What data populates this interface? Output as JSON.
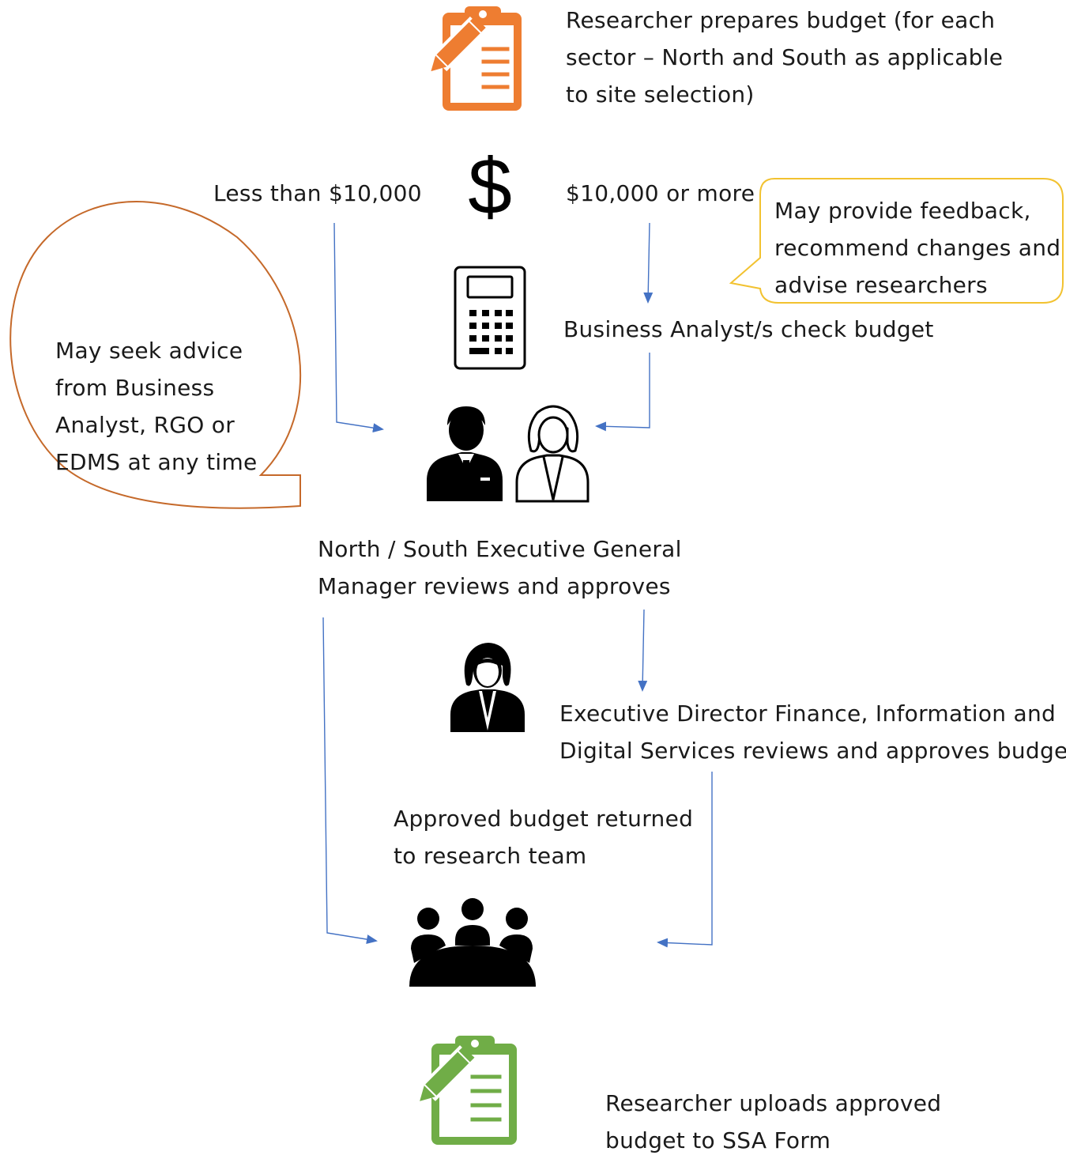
{
  "steps": {
    "prepare": {
      "lines": [
        "Researcher prepares budget (for each",
        "sector – North and South as applicable",
        "to site selection)"
      ]
    },
    "analyst_check": {
      "text": "Business Analyst/s check budget"
    },
    "egm_review": {
      "lines": [
        "North / South Executive General",
        "Manager reviews and approves"
      ]
    },
    "ed_review": {
      "lines": [
        "Executive Director Finance, Information and",
        "Digital Services reviews and approves budget"
      ]
    },
    "returned": {
      "lines": [
        "Approved budget returned",
        "to research team"
      ]
    },
    "upload": {
      "lines": [
        "Researcher uploads approved",
        "budget to SSA Form"
      ]
    }
  },
  "branches": {
    "less": "Less than $10,000",
    "more": "$10,000 or more"
  },
  "callouts": {
    "analyst": {
      "lines": [
        "May provide feedback,",
        "recommend changes and",
        "advise researchers"
      ],
      "border_color": "#f2c230"
    },
    "advice": {
      "lines": [
        "May seek advice",
        "from Business",
        "Analyst, RGO or",
        "EDMS at any time"
      ],
      "border_color": "#c5692a"
    }
  },
  "colors": {
    "prepare_icon": "#ee7d31",
    "upload_icon": "#70ad47",
    "arrow": "#4472c4",
    "icon_dark": "#000000"
  },
  "icons": {
    "prepare": "clipboard-pencil-icon",
    "branch": "dollar-icon",
    "analyst": "calculator-icon",
    "egm": "business-people-icon",
    "ed": "businesswoman-icon",
    "team": "meeting-team-icon",
    "upload": "clipboard-pencil-icon"
  }
}
